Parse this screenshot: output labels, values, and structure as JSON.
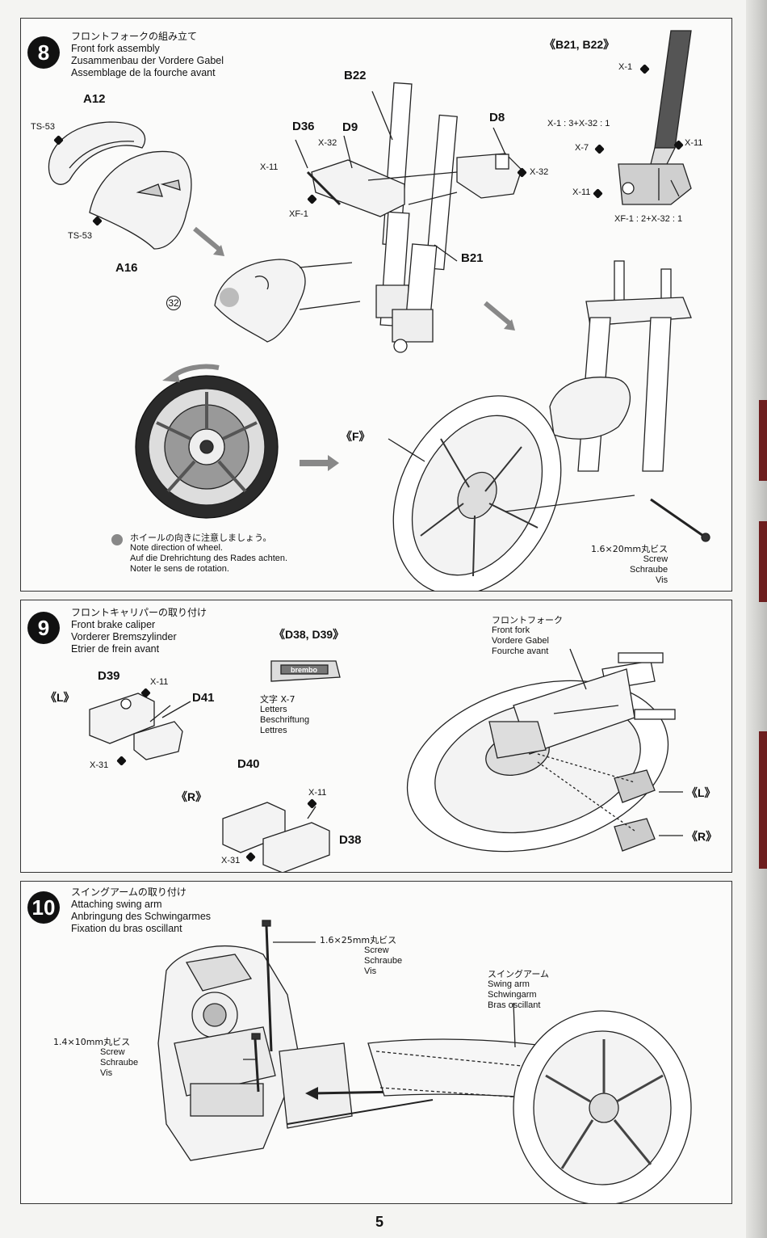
{
  "page_number": "5",
  "step8": {
    "number": "8",
    "title_jp": "フロントフォークの組み立て",
    "title_en": "Front fork assembly",
    "title_de": "Zusammenbau der Vordere Gabel",
    "title_fr": "Assemblage de la fourche avant",
    "parts": {
      "a12": "A12",
      "a16": "A16",
      "b22": "B22",
      "b21": "B21",
      "d36": "D36",
      "d9": "D9",
      "d8": "D8"
    },
    "paints": {
      "ts53_top": "TS-53",
      "ts53_bottom": "TS-53",
      "x32_a": "X-32",
      "x11_a": "X-11",
      "xf1": "XF-1",
      "x32_b": "X-32"
    },
    "decal_no": "32",
    "detail": {
      "title": "《B21, B22》",
      "x1": "X-1",
      "mix1": "X-1 : 3+X-32 : 1",
      "x7": "X-7",
      "x11_right": "X-11",
      "x11_left": "X-11",
      "mix2": "XF-1 : 2+X-32 : 1"
    },
    "f_marker": "《F》",
    "note_jp": "ホイールの向きに注意しましょう。",
    "note_en": "Note direction of wheel.",
    "note_de": "Auf die Drehrichtung des Rades achten.",
    "note_fr": "Noter le sens de rotation.",
    "screw": {
      "size": "1.6×20mm丸ビス",
      "de": "Screw",
      "en": "Schraube",
      "fr": "Vis"
    }
  },
  "step9": {
    "number": "9",
    "title_jp": "フロントキャリパーの取り付け",
    "title_en": "Front brake caliper",
    "title_de": "Vorderer Bremszylinder",
    "title_fr": "Etrier de frein avant",
    "left_tag": "《L》",
    "right_tag": "《R》",
    "d38_d39_title": "《D38, D39》",
    "letters_jp": "文字 X-7",
    "letters_en": "Letters",
    "letters_de": "Beschriftung",
    "letters_fr": "Lettres",
    "parts": {
      "d39": "D39",
      "d41": "D41",
      "d40": "D40",
      "d38": "D38"
    },
    "paints": {
      "x11_l": "X-11",
      "x31_l": "X-31",
      "x11_r": "X-11",
      "x31_r": "X-31"
    },
    "fork_jp": "フロントフォーク",
    "fork_en": "Front fork",
    "fork_de": "Vordere Gabel",
    "fork_fr": "Fourche avant",
    "callout_l": "《L》",
    "callout_r": "《R》",
    "brembo_text": "brembo"
  },
  "step10": {
    "number": "10",
    "title_jp": "スイングアームの取り付け",
    "title_en": "Attaching swing arm",
    "title_de": "Anbringung des Schwingarmes",
    "title_fr": "Fixation du bras oscillant",
    "screw_long": {
      "size": "1.6×25mm丸ビス",
      "a": "Screw",
      "b": "Schraube",
      "c": "Vis"
    },
    "screw_short": {
      "size": "1.4×10mm丸ビス",
      "a": "Screw",
      "b": "Schraube",
      "c": "Vis"
    },
    "swing_arm": {
      "jp": "スイングアーム",
      "en": "Swing arm",
      "de": "Schwingarm",
      "fr": "Bras oscillant"
    }
  }
}
